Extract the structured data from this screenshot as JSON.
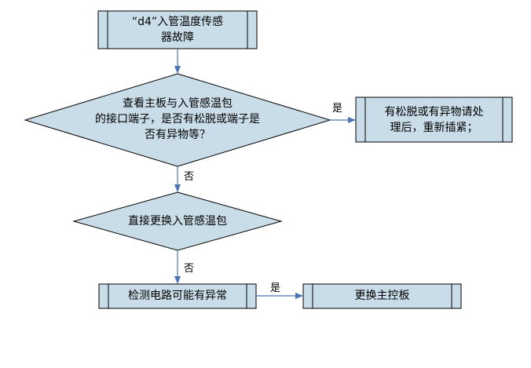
{
  "nodes": {
    "fault": {
      "lines": [
        "“d4”入管温度传感",
        "器故障"
      ]
    },
    "check": {
      "lines": [
        "查看主板与入管感温包",
        "的接口端子，是否有松脱或端子是",
        "否有异物等？"
      ]
    },
    "fix": {
      "lines": [
        "有松脱或有异物请处",
        "理后，重新插紧；"
      ]
    },
    "replace_sensor": {
      "lines": [
        "直接更换入管感温包"
      ]
    },
    "detect": {
      "lines": [
        "检测电路可能有异常"
      ]
    },
    "replace_board": {
      "lines": [
        "更换主控板"
      ]
    }
  },
  "edges": {
    "yes_1": "是",
    "no_1": "否",
    "no_2": "否",
    "yes_2": "是"
  },
  "colors": {
    "shape_fill": "#c9dde8",
    "stroke": "#000000",
    "arrow": "#4a74b4"
  }
}
